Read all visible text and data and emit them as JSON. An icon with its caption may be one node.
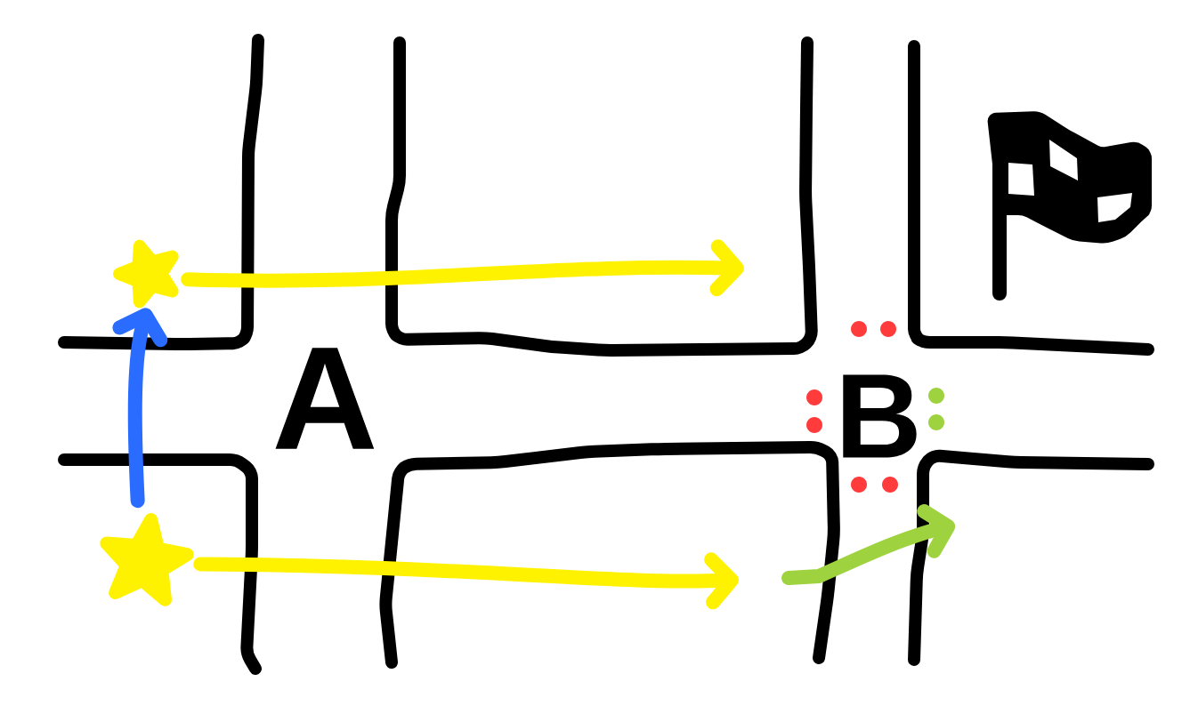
{
  "diagram": {
    "nodes": [
      {
        "text": [
          "A"
        ]
      },
      {
        "text": [
          "B"
        ]
      },
      {
        "text": [],
        "shape": "star"
      },
      {
        "text": [],
        "shape": "star"
      }
    ],
    "edges": [
      {
        "from": 2,
        "to": null,
        "arrow": "to"
      },
      {
        "from": 3,
        "to": null,
        "arrow": "to"
      },
      {
        "from": 3,
        "to": 2,
        "arrow": "to",
        "color": "#2a6cff"
      }
    ]
  }
}
